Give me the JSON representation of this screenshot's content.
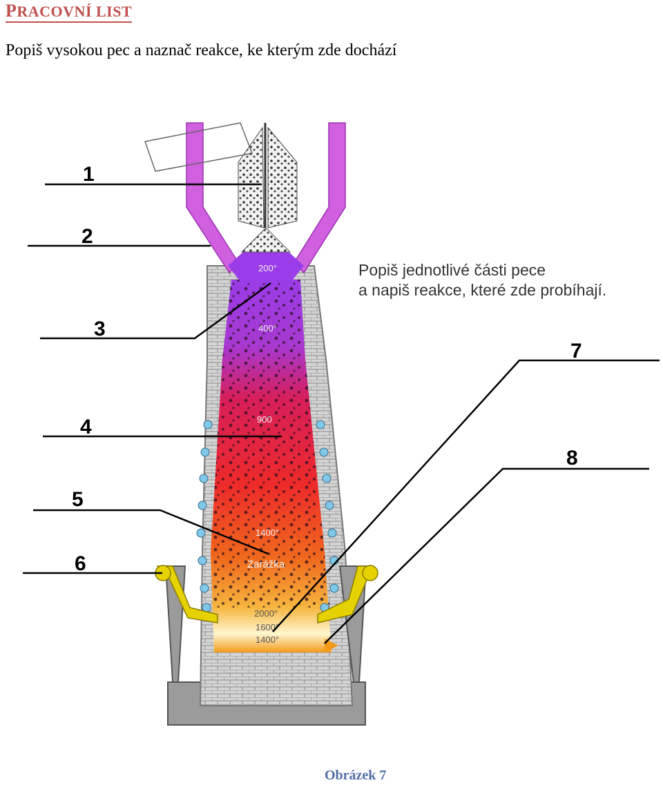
{
  "header": {
    "title_first": "P",
    "title_rest": "RACOVNÍ LIST",
    "instruction": "Popiš vysokou pec a naznač reakce, ke kterým zde dochází"
  },
  "diagram": {
    "note_line1": "Popiš jednotlivé části pece",
    "note_line2": "a napiš reakce, které zde probíhají.",
    "labels": [
      "1",
      "2",
      "3",
      "4",
      "5",
      "6",
      "7",
      "8"
    ],
    "temperatures": {
      "t200": "200°",
      "t400": "400°",
      "t900": "900",
      "t1400_top": "1400°",
      "t2000": "2000°",
      "t1600": "1600°",
      "t1400_bottom": "1400°"
    },
    "zone_label": "Zarážka",
    "colors": {
      "top_zone": "#a13ce0",
      "mid_zone": "#e0203c",
      "hot_zone": "#f07a1a",
      "bottom_zone": "#fff3c0",
      "brick": "#c8c8c8",
      "pipe": "#d060e0",
      "tuyere": "#e6d200"
    }
  },
  "caption": "Obrázek 7"
}
